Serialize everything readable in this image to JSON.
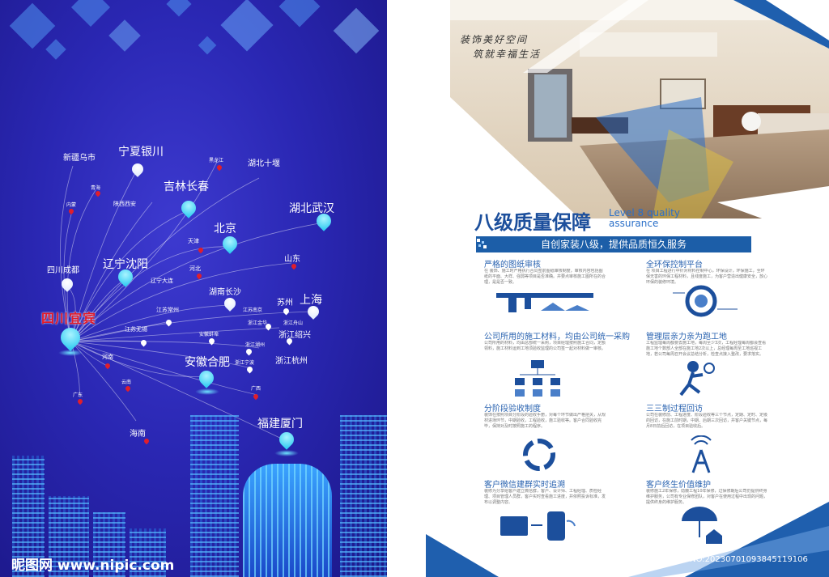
{
  "left": {
    "provinces": {
      "xinjiang": "新疆乌市",
      "ningxia": "宁夏银川",
      "heilongjiang": "黑龙江",
      "hubei_shiyan": "湖北十堰",
      "qinghai": "青海",
      "neimeng": "内蒙",
      "shaanxi": "陕西西安",
      "jilin": "吉林长春",
      "hubei_wuhan": "湖北武汉",
      "tianjin": "天津",
      "beijing": "北京",
      "shandong": "山东",
      "sichuan_chengdu": "四川成都",
      "liaoning_shenyang": "辽宁沈阳",
      "hebei": "河北",
      "liaoning_dalian": "辽宁大连",
      "hunan": "湖南长沙",
      "shanghai": "上海",
      "suzhou": "苏州",
      "sichuan_yibin": "四川宜宾",
      "jiangsu_nanjing": "江苏南京",
      "jiangsu_changzhou": "江苏常州",
      "jiangxi_jinhua": "浙江金华",
      "zhejiang_zhoushan": "浙江舟山",
      "zhejiang_shaoxing": "浙江绍兴",
      "jiangsu_wuxi": "江苏无锡",
      "anhui_bengbu": "安徽蚌埠",
      "zhejiang_huzhou": "浙江湖州",
      "henan": "河南",
      "zhejiang_hangzhou": "浙江杭州",
      "zhejiang_ningbo": "浙江宁波",
      "anhui_hefei": "安徽合肥",
      "yunnan": "云南",
      "guangxi": "广西",
      "guangdong": "广东",
      "fujian": "福建厦门",
      "hainan": "海南"
    },
    "watermark": "昵图网 www.nipic.com"
  },
  "right": {
    "slogan_line1": "装饰美好空间",
    "slogan_line2": "筑就幸福生活",
    "title": "八级质量保障",
    "title_en_1": "Level 8 quality",
    "title_en_2": "assurance",
    "banner": "自创家装八级，提供品质恒久服务",
    "sections": [
      {
        "title": "严格的图纸审核",
        "body": "在 装饰、施工时严格执行合同签前图纸审核制度，审核内容包括图纸的平面、大样、强弱等项目是否准确。并要点审核施工图所在的合理，是是否一致。",
        "icon": "caliper-icon"
      },
      {
        "title": "全环保控制平台",
        "body": "在 项目工程进行中针对材料控制中心，环保设计，环保施工，全环保无害的环保工程材料，且线度施工，为客户营造出健康安全，放心环保的装修环境。",
        "icon": "eco-cycle-icon"
      },
      {
        "title": "公司所用的施工材料，均由公司统一采购",
        "body": "公司所用的材料，均由总部统一采购，项目经理按照施工合同，定额领料，施工材料运到工地须验收监理的公司签一起对材料做一审核。",
        "icon": "hierarchy-icon"
      },
      {
        "title": "管理层亲力亲为跑工地",
        "body": "工程监理每周都要去施工地，每周至少3次，工程经理每周都会查看施工地个数部人全部在施工地2次以上，总经理每周至工地巡视工地，若公司每周召开会议总结分析，检查点接入整改，要求落实。",
        "icon": "runner-icon"
      },
      {
        "title": "分阶段验收制度",
        "body": "装饰在按照项目分阶段的验收手册，对每个环节做出严格把关，从规材进场环节，中期验收，工程验收，施工验收等。客户合同验收完毕，保持对及时按照施工的程序。",
        "icon": "cycle-icon"
      },
      {
        "title": "三三制过程回访",
        "body": "公司在装修前、工程进度、阶段验收等三个节点，定期、定时、定级的回访，在施工前时期，中期、后期三次回访，并客户关键节点，每月8日前后回访，在项目验收后。",
        "icon": "signal-tower-icon"
      },
      {
        "title": "客户微信建群实时追溯",
        "body": "装修为分享给客户建立微信群，客户、设计师、工程经理、质检经理、项目管理人员群，客户实时查看施工进度，并依照投诉标准，发布以调整内容。",
        "icon": "devices-icon"
      },
      {
        "title": "客户终生价值维护",
        "body": "装修施工2年保修，隐蔽工程10年保修，过保修期后公司仍提供终身维护服务，公司有专业保修团队，对客户在使用过程中出现的问题，提供终身的维护服务。",
        "icon": "umbrella-house-icon"
      }
    ],
    "id_text": "ID:32462315 NO:20230701093845119106"
  }
}
